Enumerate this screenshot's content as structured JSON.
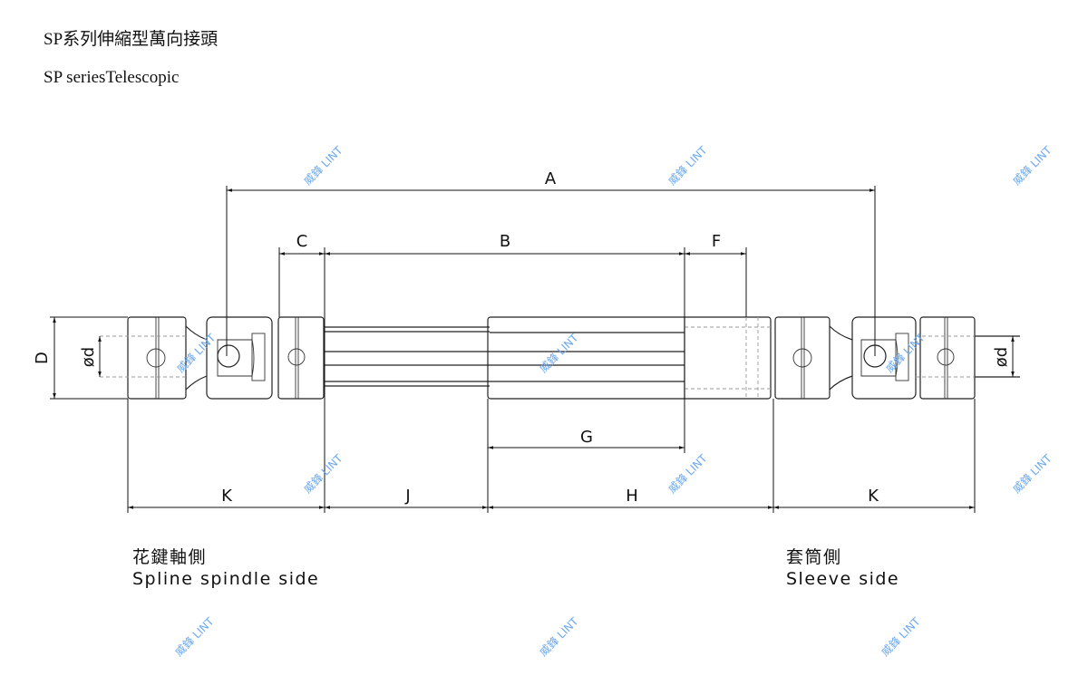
{
  "header": {
    "title_zh": "SP系列伸縮型萬向接頭",
    "title_en": "SP seriesTelescopic"
  },
  "dimensions": {
    "A": "A",
    "B": "B",
    "C": "C",
    "F": "F",
    "G": "G",
    "H": "H",
    "J": "J",
    "K_left": "K",
    "K_right": "K",
    "D": "D",
    "d_left": "ød",
    "d_right": "ød"
  },
  "sides": {
    "left_zh": "花鍵軸側",
    "left_en": "Spline spindle side",
    "right_zh": "套筒側",
    "right_en": "Sleeve side"
  },
  "watermark": "威鋒 LINT"
}
